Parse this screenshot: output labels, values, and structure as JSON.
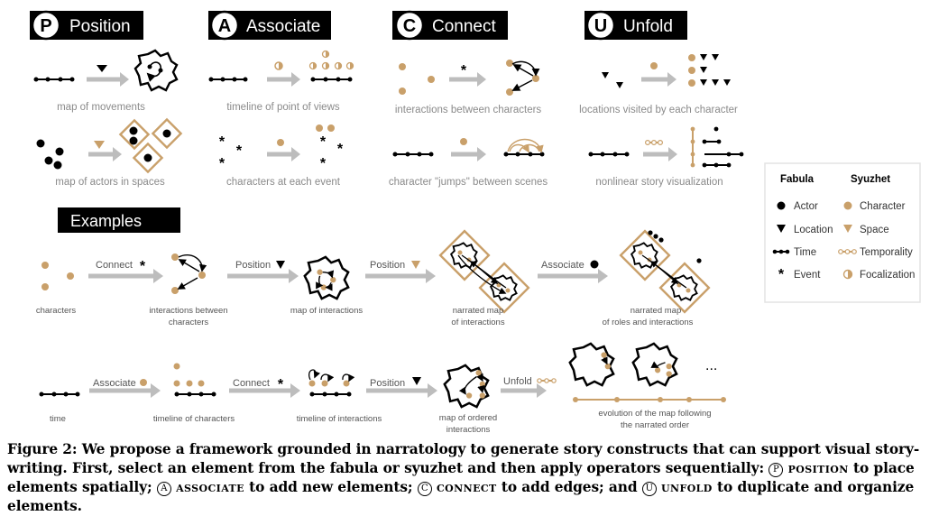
{
  "colors": {
    "tan": "#c9a06a",
    "gray": "#bdbdbd",
    "dark": "#000000",
    "text_gray": "#8a8a8a"
  },
  "operators": {
    "position": {
      "letter": "P",
      "label": "Position"
    },
    "associate": {
      "letter": "A",
      "label": "Associate"
    },
    "connect": {
      "letter": "C",
      "label": "Connect"
    },
    "unfold": {
      "letter": "U",
      "label": "Unfold"
    }
  },
  "captions": {
    "map_movements": "map of movements",
    "map_actors": "map of actors in spaces",
    "timeline_pov": "timeline of point of views",
    "chars_event": "characters at each event",
    "interactions": "interactions between characters",
    "char_jumps": "character \"jumps\" between scenes",
    "locations_visited": "locations visited by each character",
    "nonlinear": "nonlinear story visualization"
  },
  "legend": {
    "fabula_title": "Fabula",
    "syuzhet_title": "Syuzhet",
    "fabula_items": [
      "Actor",
      "Location",
      "Time",
      "Event"
    ],
    "syuzhet_items": [
      "Character",
      "Space",
      "Temporality",
      "Focalization"
    ]
  },
  "examples": {
    "title": "Examples",
    "row1": {
      "arrow_connect": "Connect",
      "arrow_position1": "Position",
      "arrow_position2": "Position",
      "arrow_associate": "Associate",
      "lbl_characters": "characters",
      "lbl_interactions_1": "interactions between",
      "lbl_interactions_2": "characters",
      "lbl_map_interactions": "map of interactions",
      "lbl_narrated_1": "narrated map",
      "lbl_narrated_2": "of interactions",
      "lbl_roles_1": "narrated map",
      "lbl_roles_2": "of roles and interactions"
    },
    "row2": {
      "arrow_associate": "Associate",
      "arrow_connect": "Connect",
      "arrow_position": "Position",
      "arrow_unfold": "Unfold",
      "lbl_time": "time",
      "lbl_timeline_chars": "timeline of characters",
      "lbl_timeline_inter": "timeline of interactions",
      "lbl_ordered_1": "map of ordered",
      "lbl_ordered_2": "interactions",
      "lbl_evolution_1": "evolution of the map following",
      "lbl_evolution_2": "the narrated order",
      "ellipsis": "..."
    }
  },
  "caption": {
    "part1": "Figure 2: We propose a framework grounded in narratology to generate story constructs that can support visual story-writing.",
    "part2": "First, select an element from the fabula or syuzhet and then apply operators sequentially:",
    "letter_p": "P",
    "word_position": "position",
    "part3": "to place elements",
    "part4": "spatially;",
    "letter_a": "A",
    "word_associate": "associate",
    "part5": "to add new elements;",
    "letter_c": "C",
    "word_connect": "connect",
    "part6": "to add edges; and",
    "letter_u": "U",
    "word_unfold": "unfold",
    "part7": "to duplicate and organize elements."
  }
}
